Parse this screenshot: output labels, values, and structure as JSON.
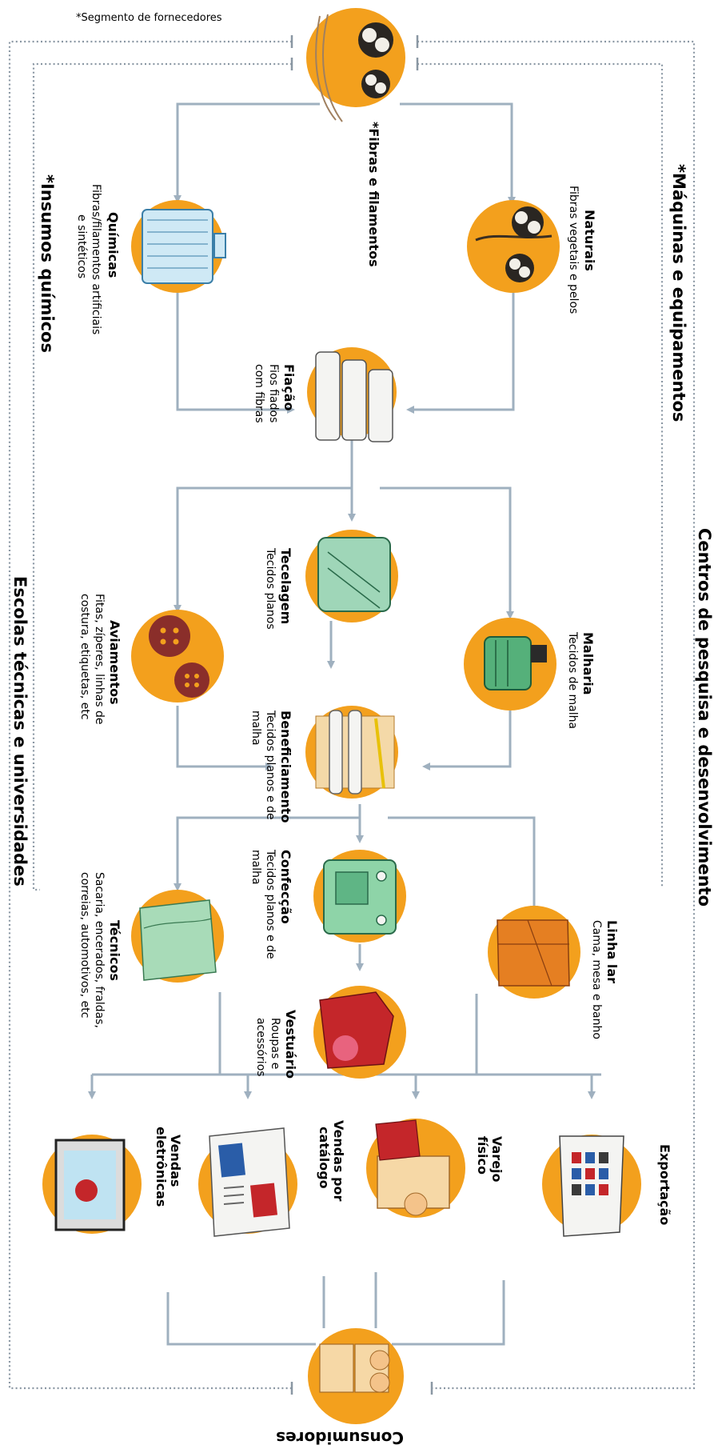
{
  "note": "*Segmento de fornecedores",
  "side_labels": {
    "insumos": "*Insumos químicos",
    "escolas": "Escolas técnicas e universidades",
    "maquinas": "*Máquinas e equipamentos",
    "centros": "Centros de pesquisa e desenvolvimento"
  },
  "nodes": {
    "fibras": {
      "title": "*Fibras e filamentos"
    },
    "quimicas": {
      "title": "Químicas",
      "sub": [
        "Fibras/filamentos artificiais",
        "e sintéticos"
      ]
    },
    "naturais": {
      "title": "Naturais",
      "sub": [
        "Fibras vegetais e pelos"
      ]
    },
    "fiacao": {
      "title": "Fiação",
      "sub": [
        "Fios fiados",
        "com fibras"
      ]
    },
    "tecelagem": {
      "title": "Tecelagem",
      "sub": [
        "Tecidos planos"
      ]
    },
    "malharia": {
      "title": "Malharia",
      "sub": [
        "Tecidos de malha"
      ]
    },
    "aviamentos": {
      "title": "Aviamentos",
      "sub": [
        "Fitas, zíperes, linhas de",
        "costura, etiquetas, etc"
      ]
    },
    "beneficiamento": {
      "title": "Beneficiamento",
      "sub": [
        "Tecidos planos e de",
        "malha"
      ]
    },
    "confeccao": {
      "title": "Confecção",
      "sub": [
        "Tecidos planos e de",
        "malha"
      ]
    },
    "linhalar": {
      "title": "Linha lar",
      "sub": [
        "Cama, mesa e banho"
      ]
    },
    "tecnicos": {
      "title": "Técnicos",
      "sub": [
        "Sacaria, encerados, fraldas,",
        "correias, automotivos, etc"
      ]
    },
    "vestuario": {
      "title": "Vestuário",
      "sub": [
        "Roupas e",
        "acessórios"
      ]
    },
    "exportacao": {
      "title": "Exportação"
    },
    "varejo": {
      "title": [
        "Varejo",
        "físico"
      ]
    },
    "catalogo": {
      "title": [
        "Vendas por",
        "catálogo"
      ]
    },
    "eletronicas": {
      "title": [
        "Vendas",
        "eletrônicas"
      ]
    },
    "consumidores": {
      "title": "Consumidores"
    }
  },
  "colors": {
    "node": "#f3a01d",
    "flow": "#9fb0bf",
    "dotted": "#8a97a3"
  }
}
